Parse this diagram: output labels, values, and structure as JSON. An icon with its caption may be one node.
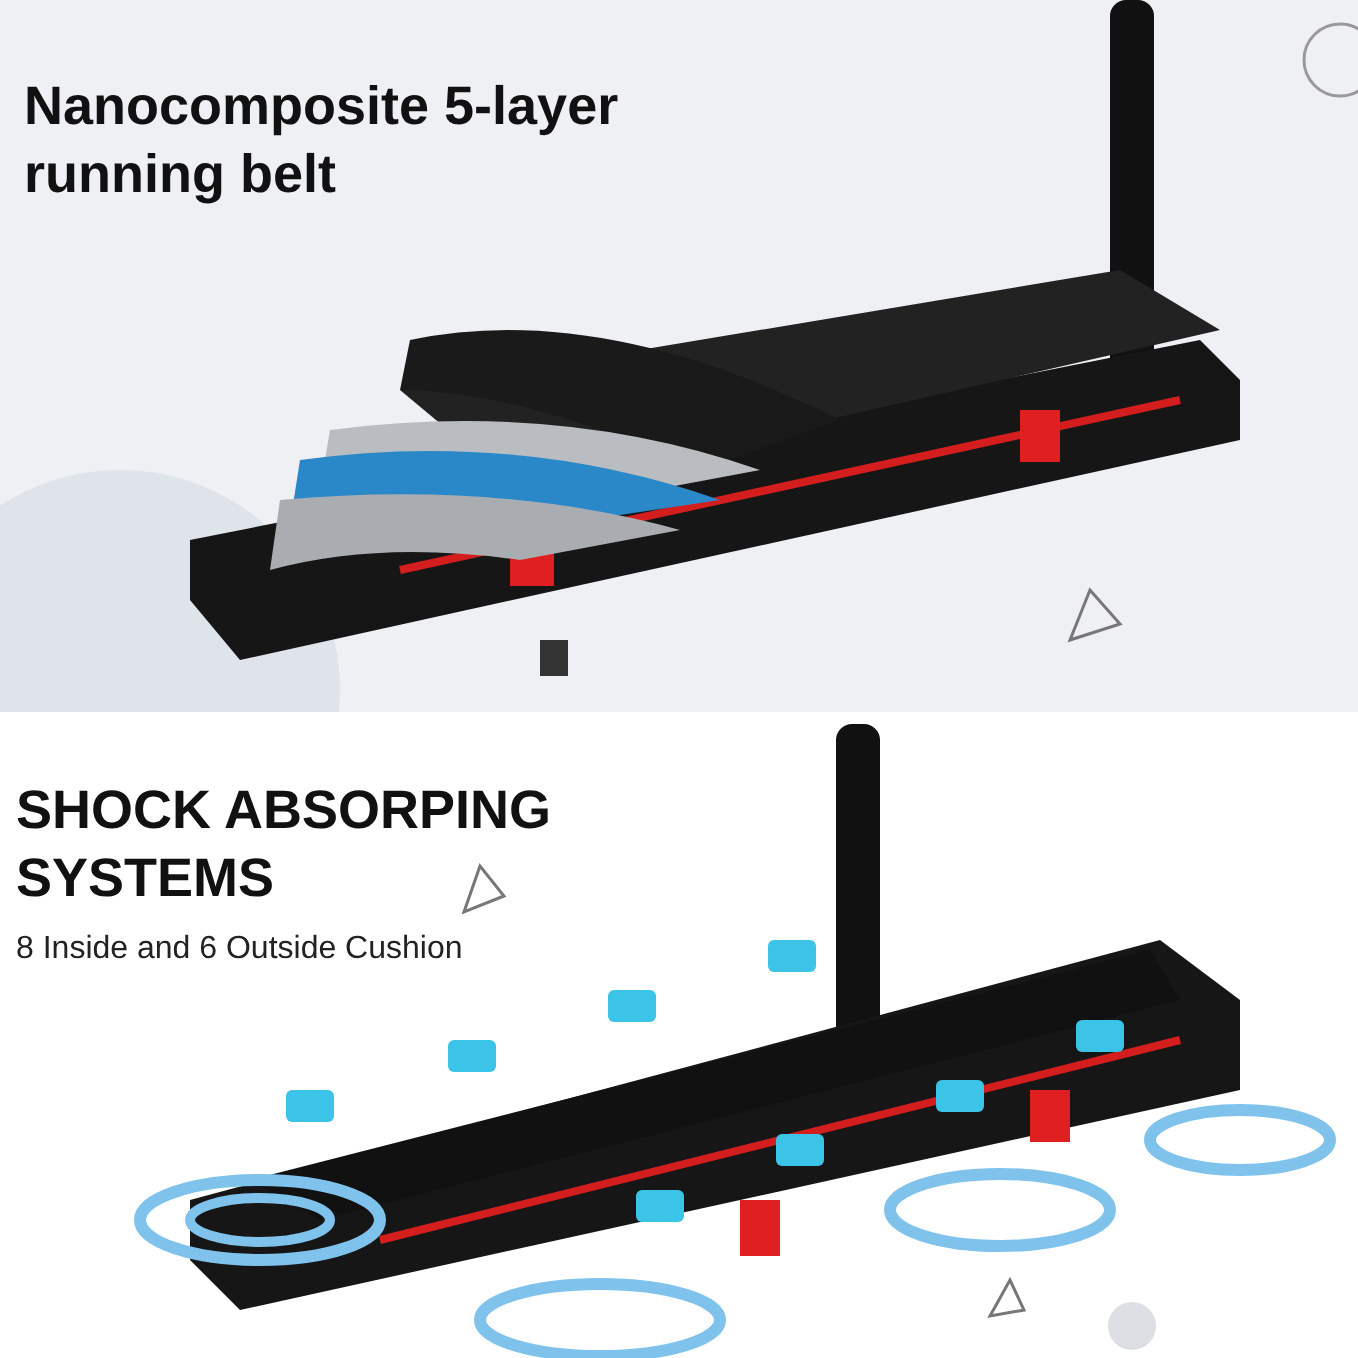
{
  "diagram": {
    "labels": [
      "Nanocomposite 5-layer running belt",
      "SHOCK ABSORPING SYSTEMS",
      "8 Inside and 6 Outside Cushion"
    ]
  }
}
